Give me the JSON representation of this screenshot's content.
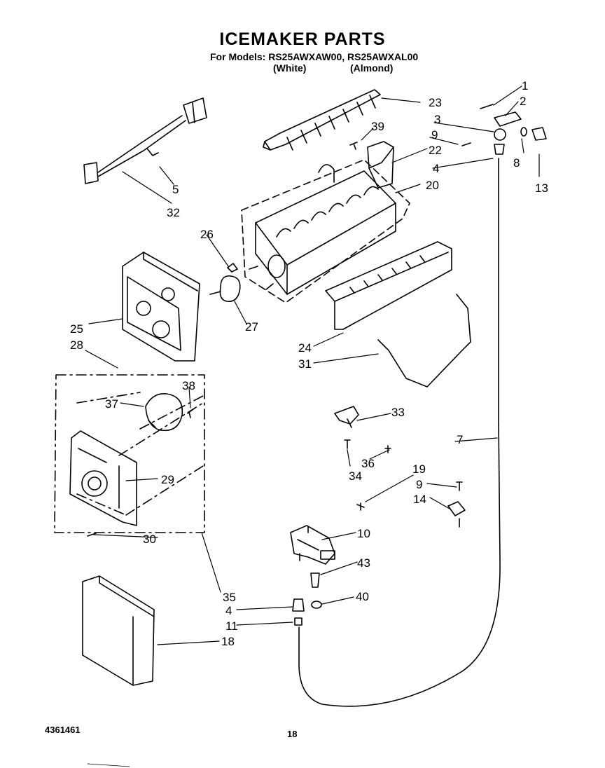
{
  "header": {
    "title": "ICEMAKER PARTS",
    "models_line": "For Models: RS25AWXAW00, RS25AWXAL00",
    "white_label": "(White)",
    "almond_label": "(Almond)"
  },
  "callouts": [
    "1",
    "2",
    "3",
    "9",
    "22",
    "8",
    "4",
    "13",
    "23",
    "39",
    "20",
    "32",
    "5",
    "26",
    "25",
    "27",
    "28",
    "24",
    "31",
    "38",
    "37",
    "29",
    "33",
    "7",
    "36",
    "34",
    "19",
    "9",
    "14",
    "30",
    "10",
    "43",
    "35",
    "40",
    "4",
    "11",
    "18"
  ],
  "footer": {
    "doc_number": "4361461",
    "page_number": "18"
  }
}
